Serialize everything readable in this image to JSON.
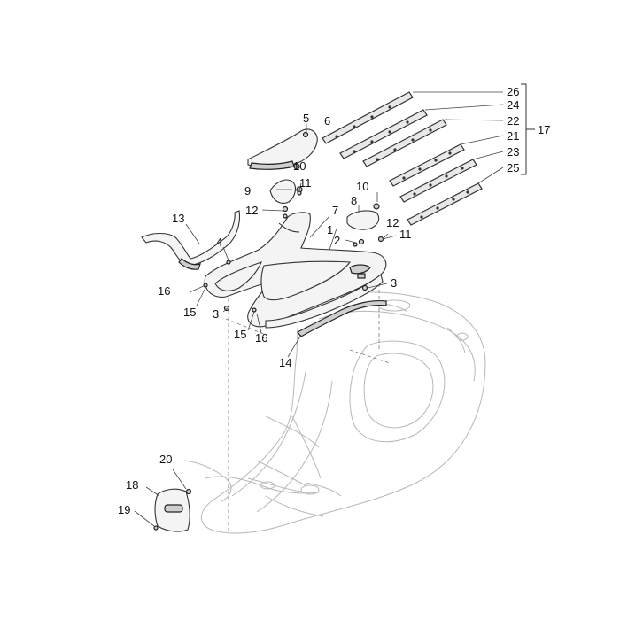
{
  "callouts": [
    {
      "key": "c1",
      "label": "1"
    },
    {
      "key": "c2",
      "label": "2"
    },
    {
      "key": "c3a",
      "label": "3"
    },
    {
      "key": "c3b",
      "label": "3"
    },
    {
      "key": "c4",
      "label": "4"
    },
    {
      "key": "c5",
      "label": "5"
    },
    {
      "key": "c6",
      "label": "6"
    },
    {
      "key": "c7",
      "label": "7"
    },
    {
      "key": "c8",
      "label": "8"
    },
    {
      "key": "c9",
      "label": "9"
    },
    {
      "key": "c10a",
      "label": "10"
    },
    {
      "key": "c10b",
      "label": "10"
    },
    {
      "key": "c11a",
      "label": "11"
    },
    {
      "key": "c11b",
      "label": "11"
    },
    {
      "key": "c12a",
      "label": "12"
    },
    {
      "key": "c12b",
      "label": "12"
    },
    {
      "key": "c13",
      "label": "13"
    },
    {
      "key": "c14",
      "label": "14"
    },
    {
      "key": "c15a",
      "label": "15"
    },
    {
      "key": "c15b",
      "label": "15"
    },
    {
      "key": "c16a",
      "label": "16"
    },
    {
      "key": "c16b",
      "label": "16"
    },
    {
      "key": "c17",
      "label": "17"
    },
    {
      "key": "c18",
      "label": "18"
    },
    {
      "key": "c19",
      "label": "19"
    },
    {
      "key": "c20",
      "label": "20"
    },
    {
      "key": "c21",
      "label": "21"
    },
    {
      "key": "c22",
      "label": "22"
    },
    {
      "key": "c23",
      "label": "23"
    },
    {
      "key": "c24",
      "label": "24"
    },
    {
      "key": "c25",
      "label": "25"
    },
    {
      "key": "c26",
      "label": "26"
    }
  ]
}
